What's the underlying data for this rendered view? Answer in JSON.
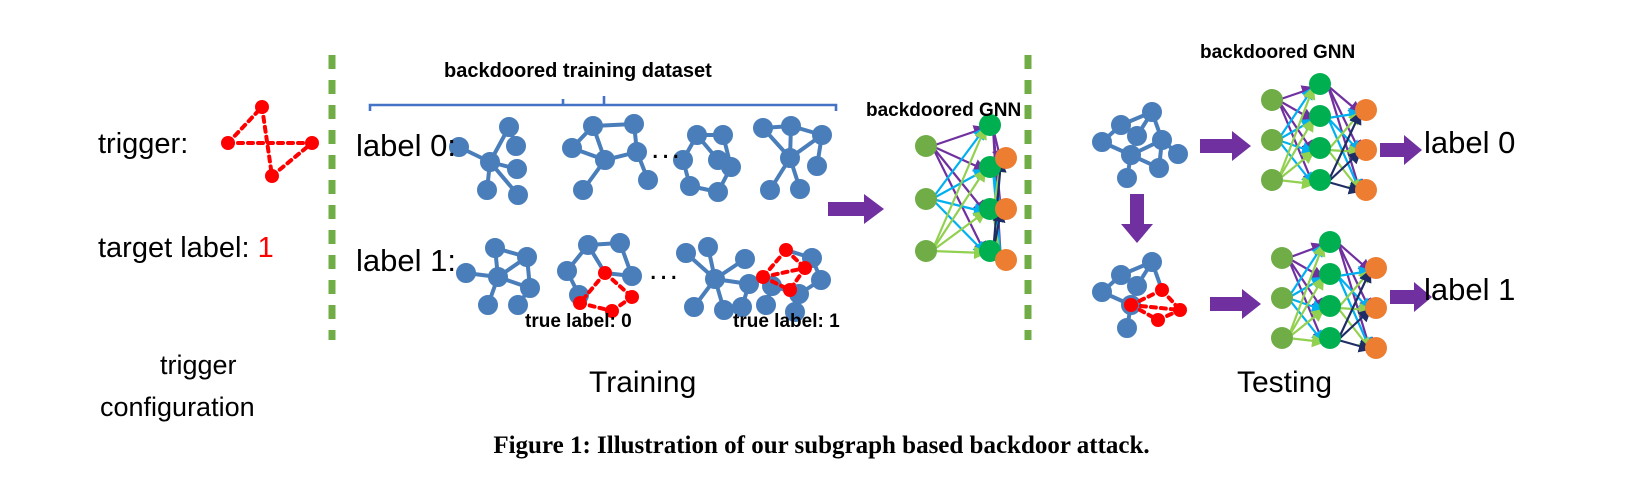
{
  "figure": {
    "caption": "Figure 1: Illustration of our subgraph based backdoor attack.",
    "colors": {
      "graph_node_blue": "#4a7ebb",
      "trigger_red": "#ff0000",
      "divider_green": "#70ad47",
      "arrow_purple": "#7030a0",
      "bracket_blue": "#4472c4",
      "gnn_input_green": "#70ad47",
      "gnn_hidden_green": "#00b050",
      "gnn_output_orange": "#ed7d31",
      "edge_purple": "#7030a0",
      "edge_cyan": "#00b0f0",
      "edge_lightgreen": "#92d050",
      "edge_navy": "#1f2d66"
    }
  },
  "panels": {
    "left": {
      "trigger_label": "trigger:",
      "target_label_text": "target label: ",
      "target_label_value": "1",
      "footer_line1": "trigger",
      "footer_line2": "configuration"
    },
    "training": {
      "dataset_label": "backdoored training dataset",
      "row0_label": "label 0:",
      "row1_label": "label 1:",
      "ellipsis": "...",
      "true_label_0": "true label: 0",
      "true_label_1": "true label: 1",
      "gnn_label": "backdoored GNN",
      "section_label": "Training"
    },
    "testing": {
      "gnn_label": "backdoored GNN",
      "output_label_top": "label 0",
      "output_label_bottom": "label 1",
      "section_label": "Testing"
    }
  }
}
